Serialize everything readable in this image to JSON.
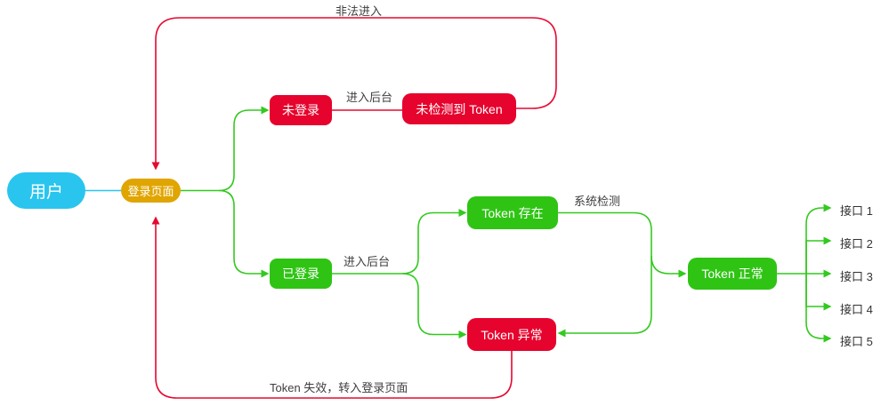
{
  "diagram": {
    "nodes": {
      "user": {
        "label": "用户",
        "color": "#29C5EE"
      },
      "login_page": {
        "label": "登录页面",
        "color": "#E0A500"
      },
      "not_logged_in": {
        "label": "未登录",
        "color": "#E6032D"
      },
      "logged_in": {
        "label": "已登录",
        "color": "#2FC414"
      },
      "token_not_detected": {
        "label": "未检测到 Token",
        "color": "#E6032D"
      },
      "token_exists": {
        "label": "Token 存在",
        "color": "#2FC414"
      },
      "token_abnormal": {
        "label": "Token 异常",
        "color": "#E6032D"
      },
      "token_normal": {
        "label": "Token 正常",
        "color": "#2FC414"
      }
    },
    "interfaces": [
      "接口 1",
      "接口 2",
      "接口 3",
      "接口 4",
      "接口 5"
    ],
    "edge_labels": {
      "illegal_entry": "非法进入",
      "enter_backend_unlogged": "进入后台",
      "enter_backend_logged": "进入后台",
      "system_check": "系统检测",
      "token_invalid": "Token 失效，转入登录页面"
    },
    "edges": [
      {
        "from": "用户",
        "to": "登录页面",
        "label": ""
      },
      {
        "from": "登录页面",
        "to": "未登录",
        "label": ""
      },
      {
        "from": "登录页面",
        "to": "已登录",
        "label": ""
      },
      {
        "from": "未登录",
        "to": "未检测到 Token",
        "label": "进入后台"
      },
      {
        "from": "未检测到 Token",
        "to": "登录页面",
        "label": "非法进入"
      },
      {
        "from": "已登录",
        "to": "Token 存在",
        "label": "进入后台"
      },
      {
        "from": "已登录",
        "to": "Token 异常",
        "label": "进入后台"
      },
      {
        "from": "Token 存在",
        "to": "Token 正常",
        "label": "系统检测"
      },
      {
        "from": "Token 存在",
        "to": "Token 异常",
        "label": "系统检测"
      },
      {
        "from": "Token 正常",
        "to": "接口 1",
        "label": ""
      },
      {
        "from": "Token 正常",
        "to": "接口 2",
        "label": ""
      },
      {
        "from": "Token 正常",
        "to": "接口 3",
        "label": ""
      },
      {
        "from": "Token 正常",
        "to": "接口 4",
        "label": ""
      },
      {
        "from": "Token 正常",
        "to": "接口 5",
        "label": ""
      },
      {
        "from": "Token 异常",
        "to": "登录页面",
        "label": "Token 失效，转入登录页面"
      }
    ],
    "colors": {
      "cyan": "#29C5EE",
      "gold": "#E0A500",
      "red_node": "#E6032D",
      "green_node": "#2FC414",
      "red_line": "#E6082F",
      "green_line": "#33C91F",
      "label_text": "#3E3E3E"
    }
  }
}
